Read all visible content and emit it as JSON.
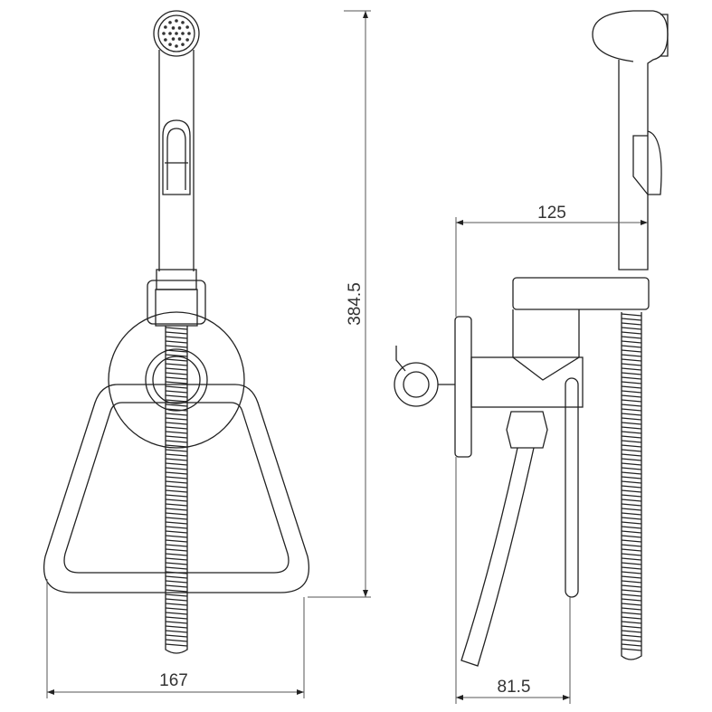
{
  "drawing": {
    "front_view": {
      "width_dimension": "167",
      "height_dimension": "384.5"
    },
    "side_view": {
      "projection_dimension": "125",
      "depth_dimension": "81.5"
    }
  }
}
